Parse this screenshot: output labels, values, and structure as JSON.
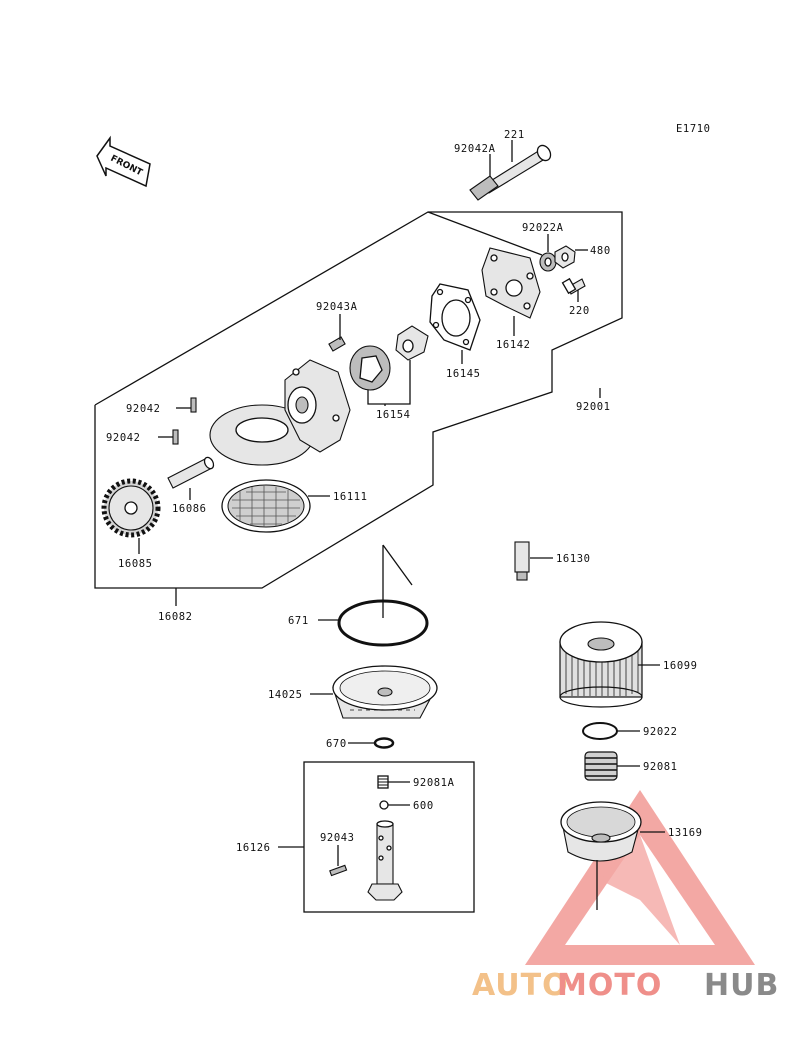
{
  "diagram": {
    "code": "E1710",
    "front_label": "FRONT",
    "parts": {
      "p221": "221",
      "p92042A": "92042A",
      "p92022A": "92022A",
      "p480": "480",
      "p220": "220",
      "p92043A": "92043A",
      "p16142": "16142",
      "p16145": "16145",
      "p16154": "16154",
      "p92001": "92001",
      "p92042_a": "92042",
      "p92042_b": "92042",
      "p16086": "16086",
      "p16111": "16111",
      "p16085": "16085",
      "p16082": "16082",
      "p16130": "16130",
      "p671": "671",
      "p16099": "16099",
      "p14025": "14025",
      "p670": "670",
      "p92022": "92022",
      "p92081A": "92081A",
      "p92081": "92081",
      "p600": "600",
      "p16126": "16126",
      "p92043": "92043",
      "p13169": "13169"
    }
  },
  "watermark": {
    "part1": "AUTO",
    "part2": "MOTO",
    "part3": "HUB",
    "color_auto": "#f3c189",
    "color_moto": "#ef8f8a",
    "color_hub": "#8a8a8a"
  }
}
